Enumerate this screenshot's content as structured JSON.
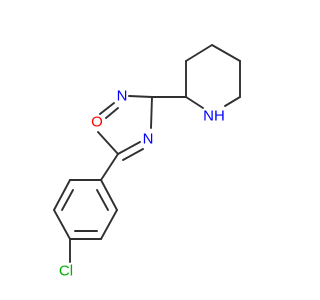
{
  "molecule": {
    "colors": {
      "bond": "#303030",
      "O": "#ff0000",
      "N": "#0000ff",
      "Cl": "#00b000",
      "background": "#ffffff"
    },
    "atoms": {
      "o1": {
        "element": "O",
        "label": "O"
      },
      "n2": {
        "element": "N",
        "label": "N"
      },
      "n4": {
        "element": "N",
        "label": "N"
      },
      "nh": {
        "element": "N",
        "label": "NH"
      },
      "cl": {
        "element": "Cl",
        "label": "Cl"
      }
    }
  }
}
